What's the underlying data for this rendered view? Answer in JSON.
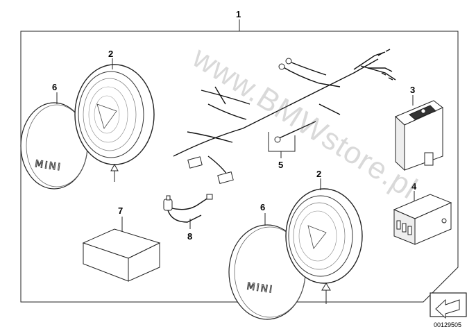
{
  "callouts": {
    "c1": "1",
    "c2a": "2",
    "c2b": "2",
    "c3": "3",
    "c4": "4",
    "c5": "5",
    "c6a": "6",
    "c6b": "6",
    "c7": "7",
    "c8": "8"
  },
  "badges": {
    "cover_left": "MINI",
    "cover_right": "MINI"
  },
  "watermark": "www.BMWstore.pl",
  "figure_number": "00129505",
  "icons": {
    "nav": "arrow-left-icon"
  }
}
